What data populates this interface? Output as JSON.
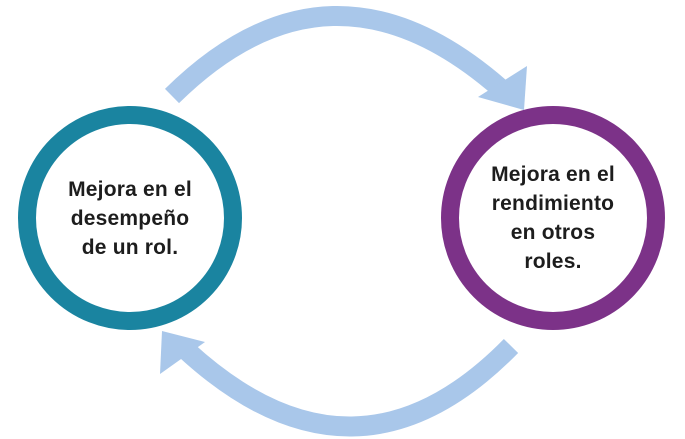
{
  "diagram": {
    "type": "cycle",
    "nodes": [
      {
        "id": "left",
        "label": "Mejora en el\ndesempeño\nde un rol.",
        "ring_color": "#1a84a0"
      },
      {
        "id": "right",
        "label": "Mejora en el\nrendimiento\nen otros\nroles.",
        "ring_color": "#7c3288"
      }
    ],
    "arrows": [
      {
        "from": "left",
        "to": "right",
        "direction": "top-clockwise"
      },
      {
        "from": "right",
        "to": "left",
        "direction": "bottom-clockwise"
      }
    ],
    "arrow_color": "#a9c7ea"
  }
}
